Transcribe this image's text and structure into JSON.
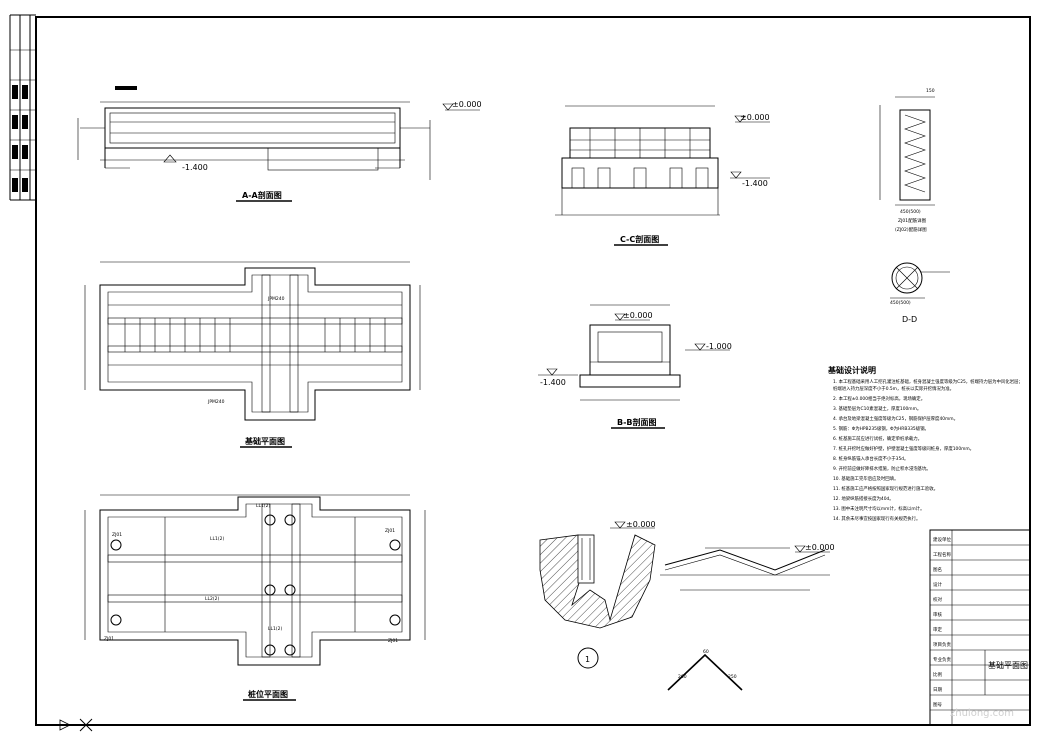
{
  "sections": {
    "aa": {
      "title": "A-A剖面图",
      "elev_top": "±0.000",
      "elev_bottom": "-1.400"
    },
    "cc": {
      "title": "C-C剖面图",
      "elev_top": "±0.000",
      "elev_bottom": "-1.400"
    },
    "bb": {
      "title": "B-B剖面图",
      "elev_top": "±0.000",
      "elev_right": "-1.000",
      "elev_left": "-1.400"
    },
    "dd": {
      "title": "D-D",
      "dim": "450(500)"
    },
    "zj01": {
      "title": "ZJ01配筋详图",
      "subtitle": "(ZJ02)配筋详图",
      "dim_top": "150",
      "dim_bottom": "450(500)"
    },
    "detail1": {
      "marker": "1",
      "elev": "±0.000",
      "left_dim": "260",
      "right_dim": "250",
      "top_dim": "60"
    }
  },
  "plans": {
    "foundation": {
      "title": "基础平面图",
      "labels": [
        "JPM240",
        "JPM240"
      ]
    },
    "pile": {
      "title": "桩位平面图",
      "labels": [
        "ZJ01",
        "ZJ01",
        "ZJ01",
        "ZJ01",
        "LL1(2)",
        "LL1(2)",
        "LL2(2)",
        "LL1(2)"
      ]
    }
  },
  "notes": {
    "heading": "基础设计说明",
    "lines": [
      "1. 本工程基础采用人工挖孔灌注桩基础，桩身混凝土强度等级为C25，桩端持力层为中风化岩层；",
      "   桩端进入持力层深度不小于0.5m，桩长以实际开挖情况为准。",
      "2. 本工程±0.000相当于绝对标高，现场确定。",
      "3. 基础垫层为C10素混凝土，厚度100mm。",
      "4. 承台及地梁混凝土强度等级为C25，钢筋保护层厚度40mm。",
      "5. 钢筋：Φ为HPB235级钢，Φ为HRB335级钢。",
      "6. 桩基施工前应进行试桩，确定单桩承载力。",
      "7. 桩孔开挖时应做好护壁，护壁混凝土强度等级同桩身，厚度100mm。",
      "8. 桩身纵筋锚入承台长度不小于35d。",
      "9. 开挖前应做好降排水措施，防止积水浸泡基坑。",
      "10. 基础施工完毕后应及时回填。",
      "11. 桩基施工应严格按照国家现行规范进行施工验收。",
      "12. 地梁纵筋搭接长度为40d。",
      "13. 图中未注明尺寸均以mm计，标高以m计。",
      "14. 其余未尽事宜按国家现行有关规范执行。"
    ]
  },
  "title_block": {
    "rows": [
      "建设单位",
      "工程名称",
      "图名",
      "设计",
      "校对",
      "审核",
      "审定",
      "项目负责",
      "专业负责",
      "比例",
      "日期",
      "图号"
    ],
    "drawing_title": "基础平面图"
  },
  "watermark": "zhulong.com"
}
